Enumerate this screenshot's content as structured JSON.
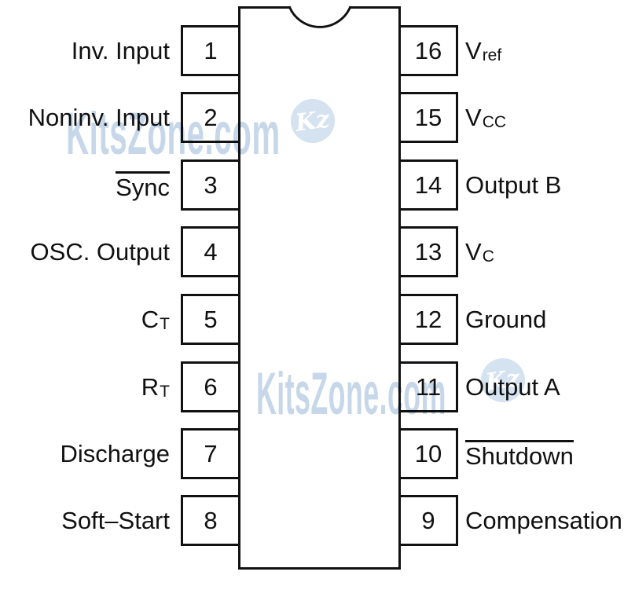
{
  "watermark": {
    "text": "KitsZone.com",
    "badge_monogram": "Kz",
    "color": "#c6d7e9"
  },
  "ic": {
    "package": "16-pin dual-in-line",
    "left_pins": [
      {
        "number": "1",
        "label": "Inv. Input"
      },
      {
        "number": "2",
        "label": "Noninv. Input"
      },
      {
        "number": "3",
        "label": "Sync",
        "overline": true
      },
      {
        "number": "4",
        "label": "OSC. Output"
      },
      {
        "number": "5",
        "label": "C",
        "sub": "T"
      },
      {
        "number": "6",
        "label": "R",
        "sub": "T"
      },
      {
        "number": "7",
        "label": "Discharge"
      },
      {
        "number": "8",
        "label": "Soft–Start"
      }
    ],
    "right_pins": [
      {
        "number": "16",
        "label": "V",
        "sub": "ref"
      },
      {
        "number": "15",
        "label": "V",
        "sub": "CC"
      },
      {
        "number": "14",
        "label": "Output B"
      },
      {
        "number": "13",
        "label": "V",
        "sub": "C"
      },
      {
        "number": "12",
        "label": "Ground"
      },
      {
        "number": "11",
        "label": "Output A"
      },
      {
        "number": "10",
        "label": "Shutdown",
        "overline": true
      },
      {
        "number": "9",
        "label": "Compensation"
      }
    ]
  }
}
